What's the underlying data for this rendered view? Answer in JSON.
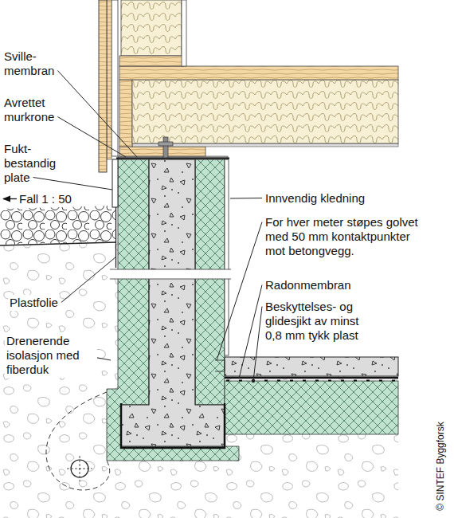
{
  "diagram": {
    "labels": [
      "Sville- membran",
      "Avrettet murkrone",
      "Fukt- bestandig plate",
      "Fall 1 : 50",
      "Innvendig kledning",
      "For hver meter støpes golvet med 50 mm kontaktpunkter mot betongvegg.",
      "Radonmembran",
      "Plastfolie",
      "Beskyttelses- og glidesjikt av minst 0,8 mm tykk plast",
      "Drenerende isolasjon med fiberduk",
      "© SINTEF Byggforsk"
    ]
  }
}
